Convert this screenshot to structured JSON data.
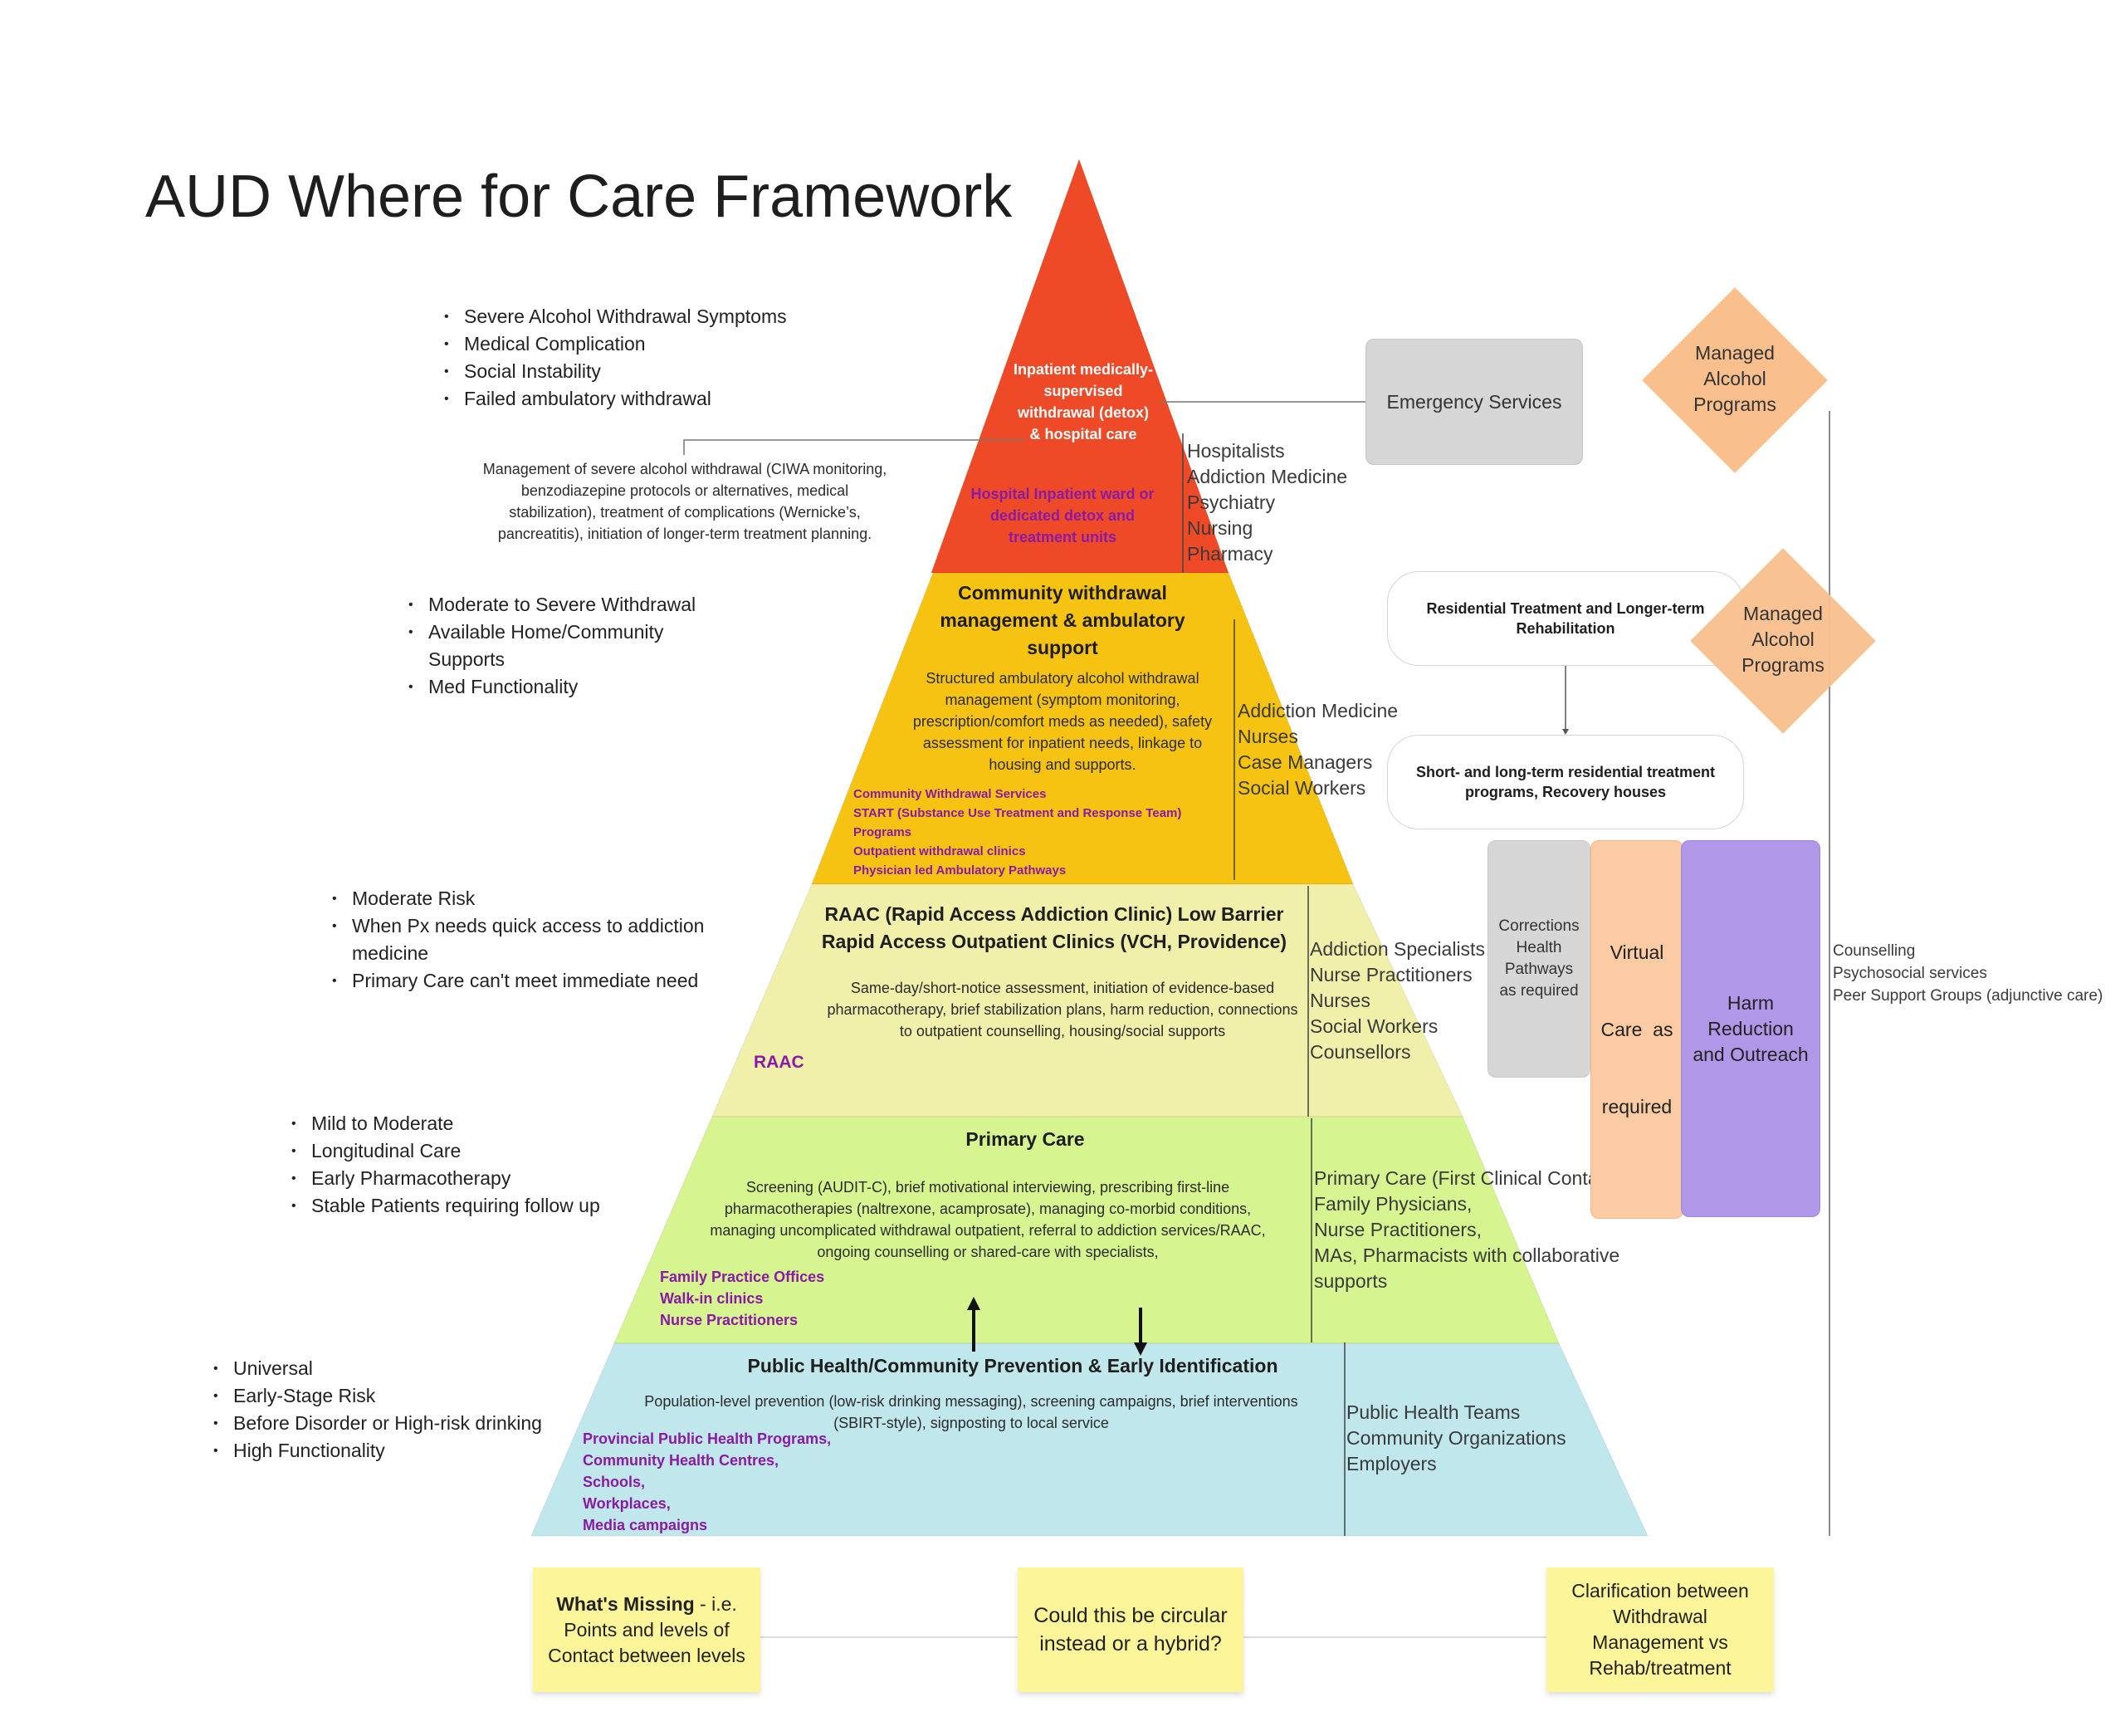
{
  "title": "AUD Where for Care Framework",
  "colors": {
    "tier1": "#ef4a27",
    "tier2": "#f7c313",
    "tier3": "#f1f0ab",
    "tier4": "#d6f48f",
    "tier5": "#bfe7ec",
    "purple_text": "#8a1aa6",
    "emergency": "#d6d6d6",
    "managed_alcohol": "#f9bf8c",
    "virtual_care": "#fbcba3",
    "harm_reduction": "#b197e8",
    "corrections": "#d6d6d6",
    "sticky": "#fdf59a"
  },
  "tiers": [
    {
      "id": "inpatient",
      "title_lines": [
        "Inpatient medically-",
        "supervised",
        "withdrawal (detox)",
        "& hospital care"
      ],
      "settings_lines": [
        "Hospital Inpatient ward or",
        "dedicated detox and",
        "treatment units"
      ],
      "staff": [
        "Hospitalists",
        "Addiction Medicine",
        "Psychiatry",
        "Nursing",
        "Pharmacy"
      ],
      "criteria": [
        "Severe Alcohol Withdrawal Symptoms",
        "Medical Complication",
        "Social Instability",
        "Failed ambulatory withdrawal"
      ],
      "description_lines": [
        "Management of severe alcohol withdrawal (CIWA monitoring,",
        "benzodiazepine protocols or alternatives, medical",
        "stabilization), treatment of complications (Wernicke’s,",
        "pancreatitis), initiation of longer-term treatment planning."
      ]
    },
    {
      "id": "community-withdrawal",
      "title_lines": [
        "Community withdrawal",
        "management & ambulatory",
        "support"
      ],
      "description_lines": [
        "Structured ambulatory alcohol withdrawal",
        "management (symptom monitoring,",
        "prescription/comfort meds as needed), safety",
        "assessment for inpatient needs, linkage to",
        "housing and supports."
      ],
      "settings_lines": [
        "Community Withdrawal Services",
        "START (Substance Use Treatment and Response Team)",
        "Programs",
        "Outpatient withdrawal clinics",
        "Physician led Ambulatory Pathways"
      ],
      "staff": [
        "Addiction Medicine",
        "Nurses",
        "Case Managers",
        "Social Workers"
      ],
      "criteria": [
        "Moderate to Severe Withdrawal",
        "Available Home/Community Supports",
        "Med Functionality"
      ]
    },
    {
      "id": "raac",
      "title_lines": [
        "RAAC (Rapid Access Addiction Clinic) Low Barrier",
        "Rapid Access Outpatient Clinics (VCH, Providence)"
      ],
      "description_lines": [
        "Same-day/short-notice assessment, initiation of evidence-based",
        "pharmacotherapy, brief stabilization plans, harm reduction, connections",
        "to outpatient counselling, housing/social supports"
      ],
      "settings_lines": [
        "RAAC"
      ],
      "staff": [
        "Addiction Specialists",
        "Nurse Practitioners",
        "Nurses",
        "Social Workers",
        "Counsellors"
      ],
      "criteria": [
        "Moderate Risk",
        "When Px needs quick access to addiction medicine",
        "Primary Care can't meet immediate need"
      ]
    },
    {
      "id": "primary-care",
      "title_lines": [
        "Primary Care"
      ],
      "description_lines": [
        "Screening (AUDIT-C), brief motivational interviewing, prescribing first-line",
        "pharmacotherapies (naltrexone, acamprosate), managing co-morbid conditions,",
        "managing uncomplicated withdrawal outpatient, referral to addiction services/RAAC,",
        "ongoing counselling or shared-care with specialists,"
      ],
      "settings_lines": [
        "Family Practice Offices",
        "Walk-in clinics",
        "Nurse Practitioners"
      ],
      "staff": [
        "Primary Care (First Clinical Contact)",
        "Family Physicians,",
        "Nurse Practitioners,",
        "MAs, Pharmacists with collaborative",
        "supports"
      ],
      "criteria": [
        "Mild to Moderate",
        "Longitudinal Care",
        "Early Pharmacotherapy",
        "Stable Patients requiring follow up"
      ]
    },
    {
      "id": "public-health",
      "title_lines": [
        "Public Health/Community Prevention & Early Identification"
      ],
      "description_lines": [
        "Population-level prevention (low-risk drinking messaging), screening campaigns, brief interventions",
        "(SBIRT-style), signposting to local service"
      ],
      "settings_lines": [
        "Provincial Public Health Programs,",
        "Community Health Centres,",
        "Schools,",
        "Workplaces,",
        "Media campaigns"
      ],
      "staff": [
        "Public Health Teams",
        "Community Organizations",
        "Employers"
      ],
      "criteria": [
        "Universal",
        "Early-Stage Risk",
        "Before Disorder or High-risk drinking",
        "High Functionality"
      ]
    }
  ],
  "side_boxes": {
    "emergency": "Emergency Services",
    "managed_alcohol_1": [
      "Managed",
      "Alcohol",
      "Programs"
    ],
    "managed_alcohol_2": [
      "Managed",
      "Alcohol",
      "Programs"
    ],
    "residential": [
      "Residential Treatment and Longer-term",
      "Rehabilitation"
    ],
    "residential_programs": [
      "Short- and long-term residential treatment",
      "programs, Recovery houses"
    ],
    "corrections": [
      "Corrections",
      "Health",
      "Pathways",
      "as required"
    ],
    "virtual_care": [
      "Virtual",
      "Care  as",
      "required"
    ],
    "harm_reduction": [
      "Harm",
      "Reduction",
      "and Outreach"
    ],
    "adjunctive": [
      "Counselling",
      "Psychosocial services",
      "Peer Support Groups (adjunctive care)"
    ]
  },
  "stickies": {
    "missing_bold": "What's Missing",
    "missing_rest": " - i.e. Points and levels of Contact between levels",
    "circular": "Could this be circular instead or a hybrid?",
    "clarification": "Clarification between Withdrawal Management vs Rehab/treatment"
  }
}
